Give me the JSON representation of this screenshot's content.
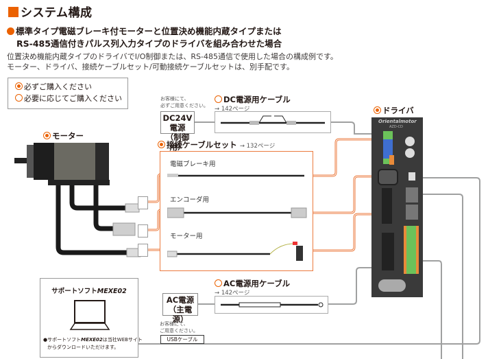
{
  "header": {
    "title": "システム構成",
    "subtitle_line1": "標準タイプ電磁ブレーキ付モーターと位置決め機能内蔵タイプまたは",
    "subtitle_line2": "RS-485通信付きパルス列入力タイプのドライバを組み合わせた場合",
    "description_line1": "位置決め機能内蔵タイプのドライバでI/O制御または、RS-485通信で使用した場合の構成例です。",
    "description_line2": "モーター、ドライバ、接続ケーブルセット/可動接続ケーブルセットは、別手配です。"
  },
  "legend": {
    "required": "必ずご購入ください",
    "optional": "必要に応じてご購入ください"
  },
  "components": {
    "motor": "モーター",
    "driver": "ドライバ",
    "driver_brand": "Orientalmotor",
    "driver_model": "AZD-CD",
    "dc_power": {
      "line1": "DC24V電源",
      "line2": "（制御用）",
      "note_line1": "お客様にて、",
      "note_line2": "必ずご用意ください。"
    },
    "dc_cable": {
      "label": "DC電源用ケーブル",
      "page": "→ 142ページ"
    },
    "cable_set": {
      "label": "接続ケーブルセット",
      "page": "→ 132ページ",
      "items": [
        "電磁ブレーキ用",
        "エンコーダ用",
        "モーター用"
      ]
    },
    "ac_power": {
      "line1": "AC電源",
      "line2": "（主電源）",
      "note_line1": "お客様にて、",
      "note_line2": "ご用意ください。",
      "usb": "USBケーブル"
    },
    "ac_cable": {
      "label": "AC電源用ケーブル",
      "page": "→ 142ページ"
    },
    "software": {
      "title_prefix": "サポートソフト",
      "title_name": "MEXE02",
      "note_prefix": "●サポートソフト",
      "note_name": "MEXE02",
      "note_suffix": "は当社WEBサイト",
      "note_line2": "からダウンロードいただけます。"
    }
  },
  "colors": {
    "accent": "#eb6100",
    "cable_set_line": "#eb7a3d",
    "gray_line": "#9fa0a0"
  }
}
